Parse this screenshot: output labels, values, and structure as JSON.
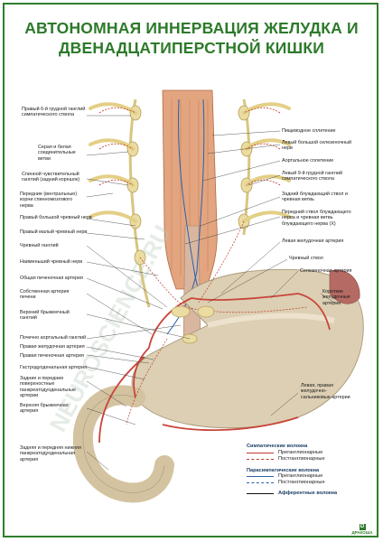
{
  "title": "АВТОНОМНАЯ ИННЕРВАЦИЯ ЖЕЛУДКА И ДВЕНАДЦАТИПЕРСТНОЙ КИШКИ",
  "labels_left": [
    "Правый 6-й грудной ганглий симпатического ствола",
    "Серая и белая соединительные ветви",
    "Спинной чувствительный ганглий (задний корешок)",
    "Передние (вентральные) корни спинномозгового нерва",
    "Правый большой чревный нерв",
    "Правый малый чревный нерв",
    "Чревный ганглий",
    "Наименьший чревный нерв",
    "Общая печеночная артерия",
    "Собственная артерия печени",
    "Верхний брыжеечный ганглий",
    "Почечно аортальный ганглий",
    "Правая желудочная артерия",
    "Правая печеночная артерия",
    "Гастродуоденальная артерия",
    "Задние и передние поверхностные панкреатодуоденальные артерии",
    "Верхняя брыжеечная артерия",
    "Задняя и передняя нижняя панкреатодуоденальная артерия"
  ],
  "labels_right": [
    "Пищеводное сплетение",
    "Левый большой селезеночный нерв",
    "Аортальное сплетение",
    "Левый 9-й грудной ганглий симпатического ствола",
    "Задний блуждающий ствол и чревная ветвь",
    "Передний ствол блуждающего нерва и чревная ветвь блуждающего нерва (X)",
    "Левая желудочная артерия",
    "Чревный ствол",
    "Селезеночная артерия",
    "Короткие желудочные артерии",
    "Левая, правая желудочно-сальниковые артерии"
  ],
  "legend": {
    "sympathetic_title": "Симпатические волокна",
    "sympathetic_pre": "Преганглионарные",
    "sympathetic_post": "Постганглионарные",
    "parasympathetic_title": "Парасимпатические волокна",
    "parasympathetic_pre": "Преганглионарные",
    "parasympathetic_post": "Постганглионарные",
    "afferent": "Афферентные волокна"
  },
  "colors": {
    "title": "#2d7a2a",
    "sympathetic": "#c0392b",
    "parasympathetic": "#2a62a8",
    "afferent": "#111111",
    "nerve": "#e8d89a",
    "stomach": "#d8cdb5",
    "esophagus": "#e0a07c",
    "artery": "#c9453a"
  },
  "watermark": "NEUROSCIENCE.RU",
  "logo": "ДРАКОША"
}
